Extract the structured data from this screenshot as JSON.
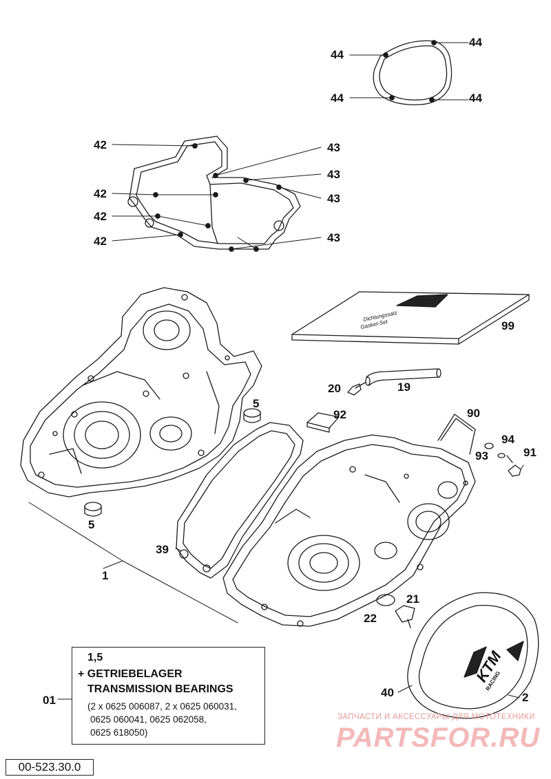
{
  "callouts": [
    {
      "id": "44a",
      "text": "44"
    },
    {
      "id": "44b",
      "text": "44"
    },
    {
      "id": "44c",
      "text": "44"
    },
    {
      "id": "44d",
      "text": "44"
    },
    {
      "id": "42a",
      "text": "42"
    },
    {
      "id": "42b",
      "text": "42"
    },
    {
      "id": "42c",
      "text": "42"
    },
    {
      "id": "42d",
      "text": "42"
    },
    {
      "id": "43a",
      "text": "43"
    },
    {
      "id": "43b",
      "text": "43"
    },
    {
      "id": "43c",
      "text": "43"
    },
    {
      "id": "43d",
      "text": "43"
    },
    {
      "id": "99",
      "text": "99"
    },
    {
      "id": "20",
      "text": "20"
    },
    {
      "id": "19",
      "text": "19"
    },
    {
      "id": "5a",
      "text": "5"
    },
    {
      "id": "5b",
      "text": "5"
    },
    {
      "id": "92",
      "text": "92"
    },
    {
      "id": "90",
      "text": "90"
    },
    {
      "id": "94",
      "text": "94"
    },
    {
      "id": "93",
      "text": "93"
    },
    {
      "id": "91",
      "text": "91"
    },
    {
      "id": "39",
      "text": "39"
    },
    {
      "id": "1",
      "text": "1"
    },
    {
      "id": "21",
      "text": "21"
    },
    {
      "id": "22",
      "text": "22"
    },
    {
      "id": "40",
      "text": "40"
    },
    {
      "id": "2",
      "text": "2"
    },
    {
      "id": "01",
      "text": "01"
    }
  ],
  "info_box": {
    "ref": "1,5",
    "title_de": "+ GETRIEBELAGER",
    "title_en": "TRANSMISSION BEARINGS",
    "parts_line1": "(2 x 0625 006087, 2 x 0625 060031,",
    "parts_line2": "0625 060041, 0625 062058,",
    "parts_line3": "0625 618050)"
  },
  "gasket_set_label_1": "Dichtungssatz",
  "gasket_set_label_2": "Gasket-Set",
  "cover_logo_text": "KTM",
  "cover_logo_sub": "RACING",
  "doc_id": "00-523.30.0",
  "watermark": {
    "line1": "ЗАПЧАСТИ И АКСЕССУАРЫ ДЛЯ МОТОТЕХНИКИ",
    "line2": "PARTSFOR.RU"
  }
}
